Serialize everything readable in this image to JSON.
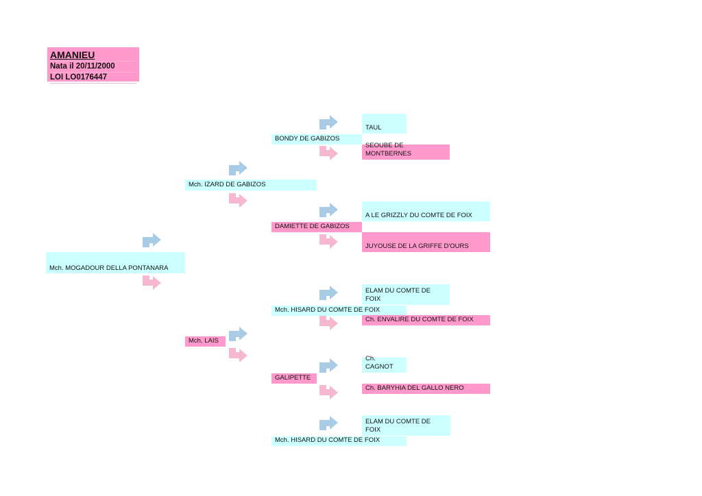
{
  "header": {
    "name": "AMANIEU",
    "birth": "Nata il 20/11/2000",
    "loi": "LOI LO0176447"
  },
  "subject": "Mch. MOGADOUR DELLA PONTANARA",
  "parents": {
    "sire": "Mch. IZARD DE GABIZOS",
    "dam": "Mch. LAIS"
  },
  "grandparents": {
    "ss": "BONDY DE GABIZOS",
    "sd": "DAMIETTE DE GABIZOS",
    "ds": "Mch. HISARD DU COMTE DE FOIX",
    "dd": "GALIPETTE",
    "extra": "Mch. HISARD DU COMTE DE FOIX"
  },
  "great": {
    "sss": "TAUL",
    "ssd": "SEOUBE DE MONTBERNES",
    "sds": "A LE GRIZZLY DU COMTE DE FOIX",
    "sdd": "JUYOUSE DE LA GRIFFE D'OURS",
    "dss": "ELAM DU COMTE DE FOIX",
    "dsd": "Ch. ENVALIRE DU COMTE DE FOIX",
    "dds": "Ch. CAGNOT",
    "ddd": "Ch. BARYHIA DEL GALLO NERO",
    "extra": "ELAM DU COMTE DE FOIX"
  },
  "colors": {
    "male": "#ccffff",
    "female": "#ff99cc",
    "arrow_male": "#a8cce6",
    "arrow_female": "#f5b8d0"
  }
}
